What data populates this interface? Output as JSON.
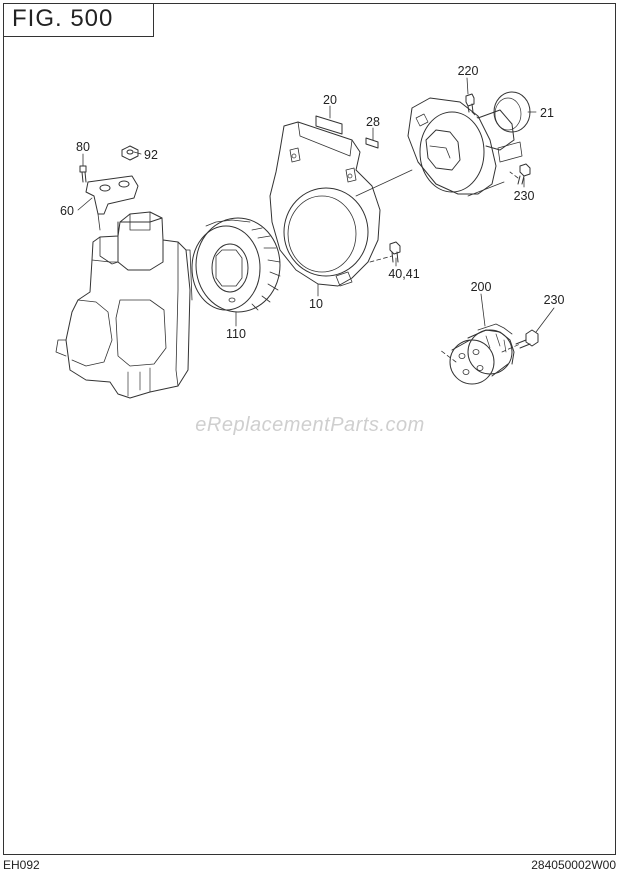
{
  "figure_title": "FIG. 500",
  "model_code": "EH092",
  "drawing_number": "284050002W00",
  "watermark": "eReplacementParts.com",
  "callouts": {
    "p20": "20",
    "p28": "28",
    "p220": "220",
    "p21": "21",
    "p80": "80",
    "p92": "92",
    "p60": "60",
    "p230a": "230",
    "p10": "10",
    "p40_41": "40,41",
    "p110": "110",
    "p200": "200",
    "p230b": "230"
  }
}
